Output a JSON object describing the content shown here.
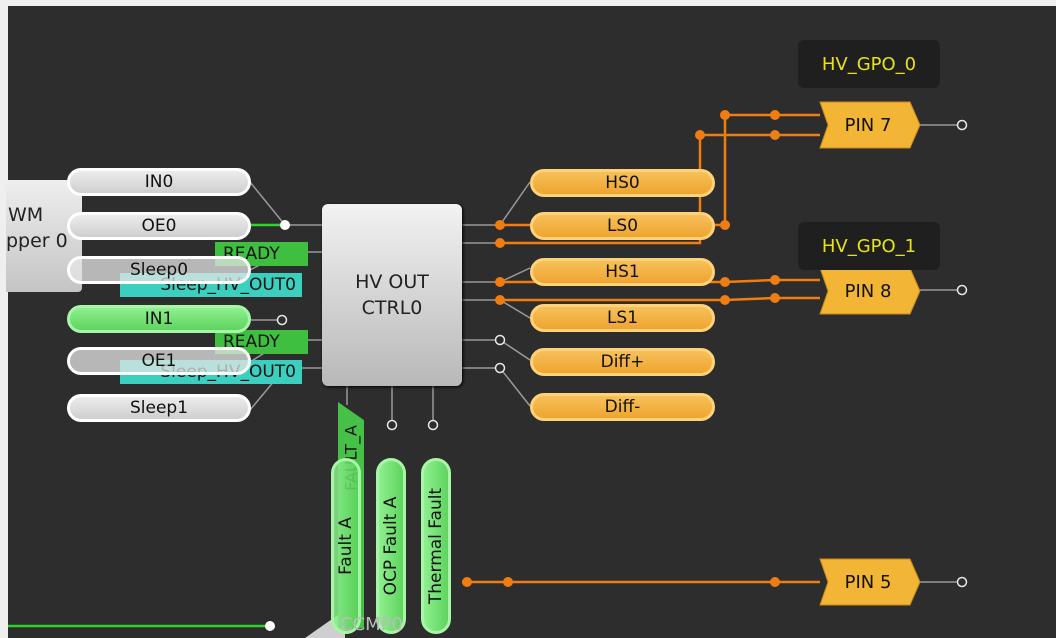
{
  "block": {
    "line1": "HV OUT",
    "line2": "CTRL0"
  },
  "pwm": {
    "line1": "WM",
    "line2": "pper 0"
  },
  "inputs": [
    "IN0",
    "OE0",
    "Sleep0",
    "IN1",
    "OE1",
    "Sleep1"
  ],
  "input_tags": {
    "ready": "READY",
    "sleep_out": "Sleep_HV_OUT0"
  },
  "outputs": [
    "HS0",
    "LS0",
    "HS1",
    "LS1",
    "Diff+",
    "Diff-"
  ],
  "faults": [
    "Fault A",
    "OCP Fault A",
    "Thermal Fault"
  ],
  "fault_tag": "FAULT_A",
  "pins": [
    "PIN 7",
    "PIN 8",
    "PIN 5"
  ],
  "hv_labels": [
    "HV_GPO_0",
    "HV_GPO_1"
  ],
  "comparator": "CCMP0",
  "colors": {
    "wire": "#f07d12",
    "green_wire": "#2fd12f",
    "label_text": "#e7e21a"
  }
}
